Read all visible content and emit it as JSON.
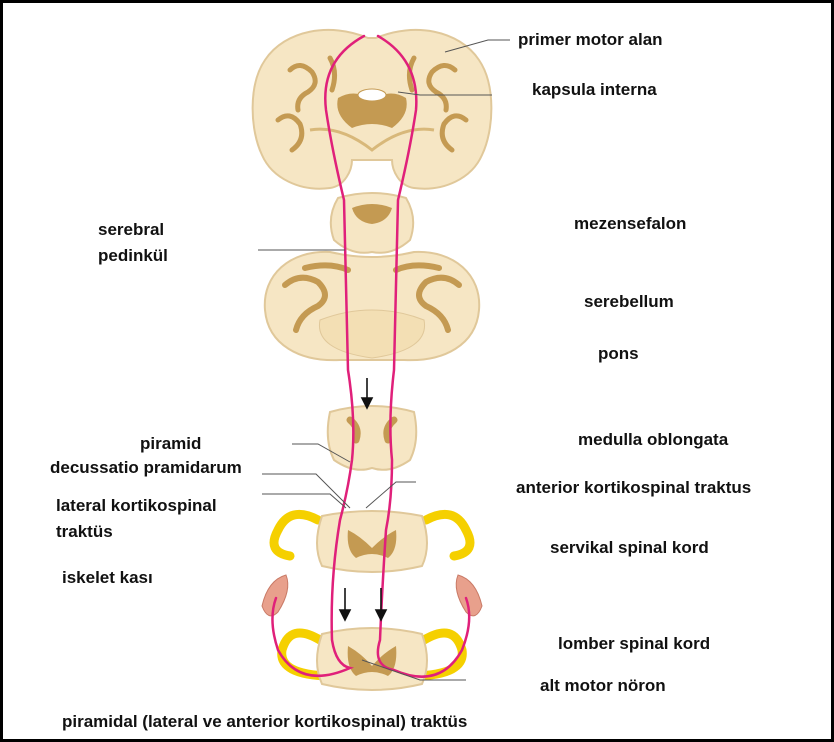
{
  "labels": {
    "primary_motor": "primer motor alan",
    "internal_capsule": "kapsula interna",
    "cerebral_peduncle_1": "serebral",
    "cerebral_peduncle_2": "pedinkül",
    "mesencephalon": "mezensefalon",
    "cerebellum": "serebellum",
    "pons": "pons",
    "pyramid": "piramid",
    "decussation": "decussatio pramidarum",
    "medulla": "medulla oblongata",
    "lateral_cst_1": "lateral kortikospinal",
    "lateral_cst_2": "traktüs",
    "anterior_cst": "anterior kortikospinal traktus",
    "cervical_cord": "servikal spinal kord",
    "skeletal_muscle": "iskelet kası",
    "lumbar_cord": "lomber spinal kord",
    "lower_motor_neuron": "alt motor nöron",
    "caption": "piramidal (lateral ve anterior kortikospinal) traktüs"
  },
  "colors": {
    "tissue": "#f6e6c4",
    "grey_matter": "#c49a52",
    "tract": "#e0207a",
    "nerve": "#f5d000",
    "muscle": "#e8a08c"
  }
}
